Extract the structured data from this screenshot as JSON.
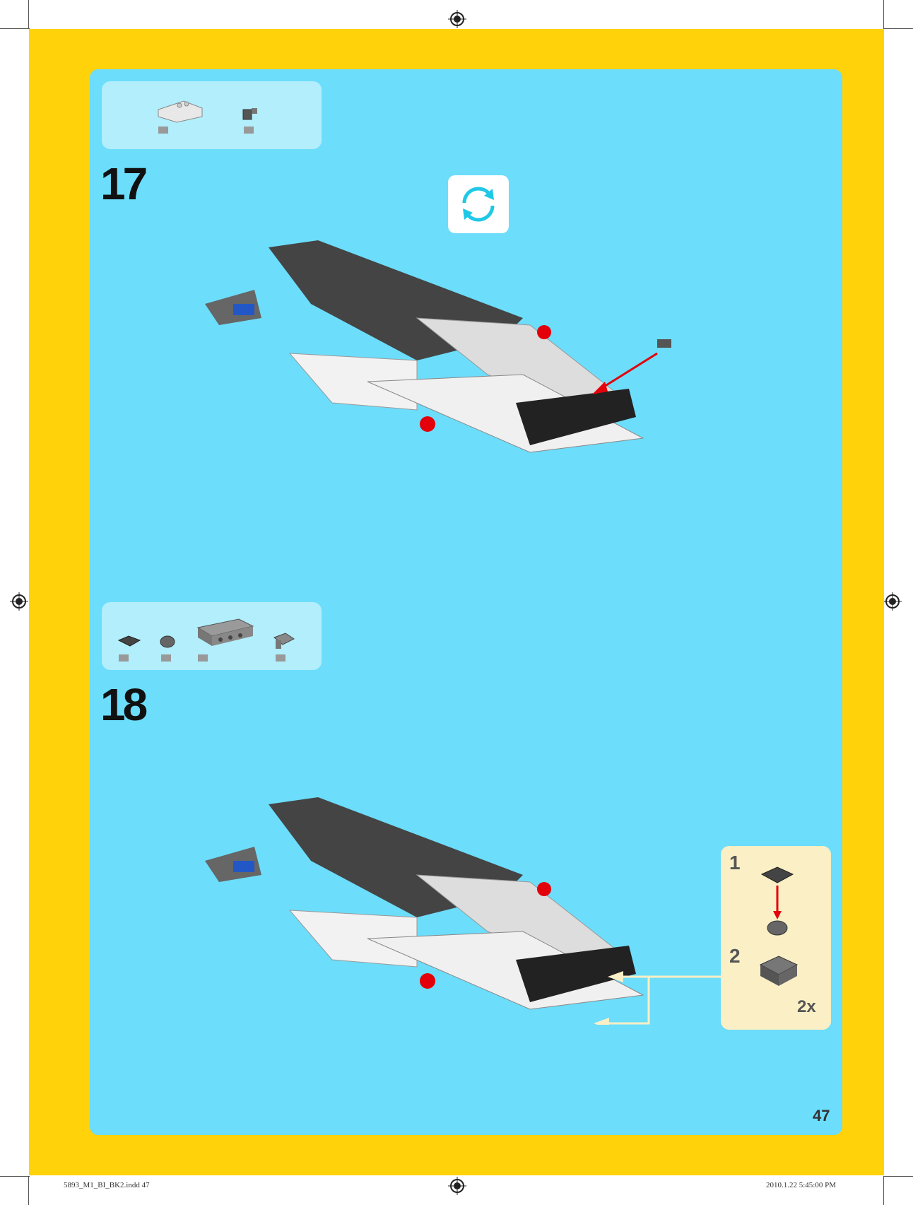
{
  "steps": [
    {
      "number": "17"
    },
    {
      "number": "18"
    }
  ],
  "submodel": {
    "sub_steps": [
      {
        "number": "1"
      },
      {
        "number": "2"
      }
    ],
    "qty": "2x"
  },
  "page_number": "47",
  "footer": {
    "left": "5893_M1_BI_BK2.indd  47",
    "right": "2010.1.22   5:45:00 PM"
  },
  "colors": {
    "frame": "#FFD20A",
    "panel": "#6CDDFB",
    "callout": "#B2EEFC",
    "submodel_bg": "#FBEFC6",
    "arrow_red": "#E3000B",
    "rotate_icon": "#1FC8E6"
  },
  "icons": [
    "rotate-model-icon"
  ]
}
